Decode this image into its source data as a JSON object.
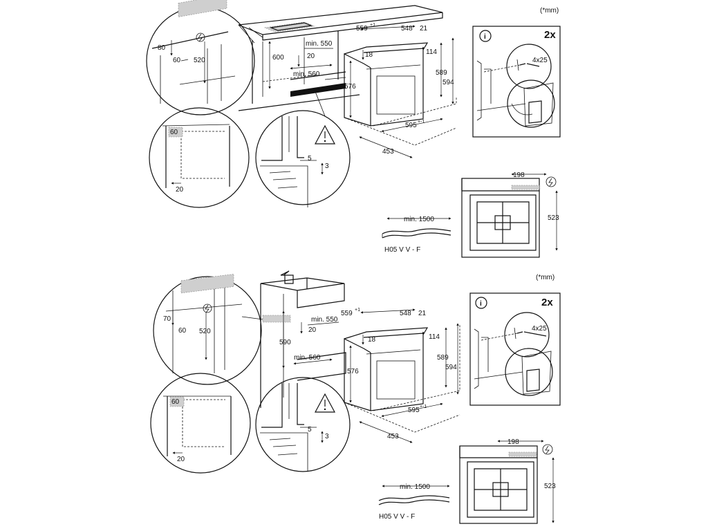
{
  "units_note": "(*mm)",
  "diagram_top": {
    "units_note": "(*mm)",
    "detail_count": "2x",
    "info_symbol": "i",
    "screw_label": "4x25",
    "dims": {
      "d80": "80",
      "d60a": "60",
      "d520": "520",
      "d600": "600",
      "d20a": "20",
      "min550": "min. 550",
      "min560": "min. 560",
      "d559": "559",
      "d559_sup": "+1",
      "d548": "548",
      "d21": "21",
      "d18": "18",
      "d114": "114",
      "d576": "576",
      "d589": "589",
      "d594": "594",
      "d595": "595",
      "d595_sup": "+-1",
      "d453": "453",
      "d60b": "60",
      "d20b": "20",
      "d5": "5",
      "d3": "3",
      "d198": "198",
      "d523": "523",
      "min1500": "min. 1500"
    },
    "cable_label": "H05 V V - F"
  },
  "diagram_bottom": {
    "units_note": "(*mm)",
    "detail_count": "2x",
    "info_symbol": "i",
    "screw_label": "4x25",
    "dims": {
      "d70": "70",
      "d60a": "60",
      "d520": "520",
      "d590": "590",
      "d20a": "20",
      "min550": "min. 550",
      "min560": "min. 560",
      "d559": "559",
      "d559_sup": "+1",
      "d548": "548",
      "d21": "21",
      "d18": "18",
      "d114": "114",
      "d576": "576",
      "d589": "589",
      "d594": "594",
      "d595": "595",
      "d595_sup": "+-1",
      "d453": "453",
      "d60b": "60",
      "d20b": "20",
      "d5": "5",
      "d3": "3",
      "d198": "198",
      "d523": "523",
      "min1500": "min. 1500"
    },
    "cable_label": "H05 V V - F"
  }
}
